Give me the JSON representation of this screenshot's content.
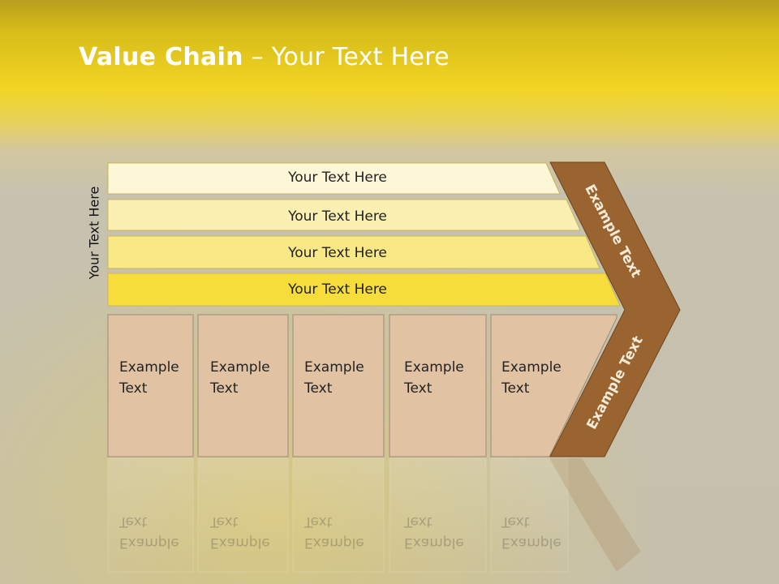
{
  "title": {
    "bold": "Value Chain",
    "rest": " – Your Text Here"
  },
  "side_label": "Your Text Here",
  "rows": [
    {
      "label": "Your Text Here",
      "color": "#fdf7d8"
    },
    {
      "label": "Your Text Here",
      "color": "#fbf0b2"
    },
    {
      "label": "Your Text Here",
      "color": "#f9e886"
    },
    {
      "label": "Your Text Here",
      "color": "#f6dd3c"
    }
  ],
  "boxes": [
    {
      "label_line1": "Example",
      "label_line2": "Text"
    },
    {
      "label_line1": "Example",
      "label_line2": "Text"
    },
    {
      "label_line1": "Example",
      "label_line2": "Text"
    },
    {
      "label_line1": "Example",
      "label_line2": "Text"
    },
    {
      "label_line1": "Example",
      "label_line2": "Text"
    }
  ],
  "chevron": {
    "upper_label": "Example Text",
    "lower_label": "Example Text",
    "color": "#9a6430"
  },
  "box_color": "#e1c3a4"
}
